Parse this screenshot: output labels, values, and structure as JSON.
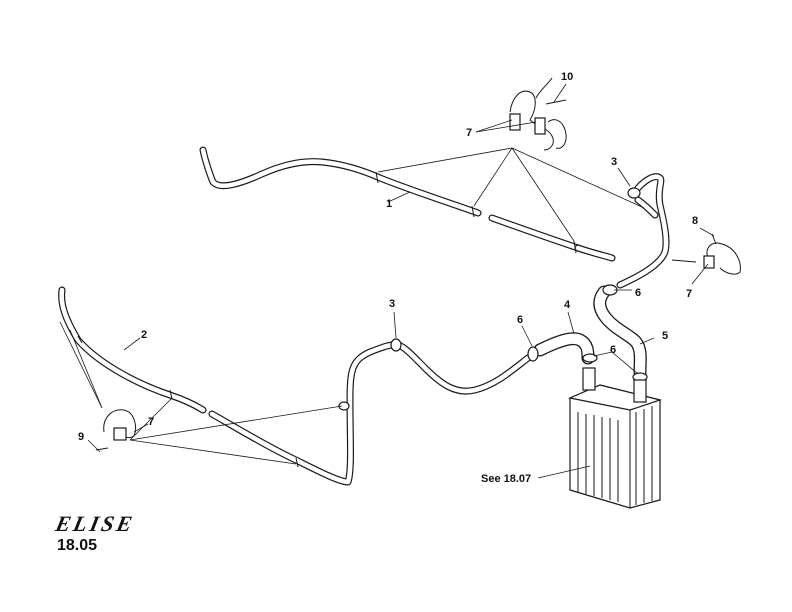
{
  "callouts": {
    "c1": "1",
    "c2": "2",
    "c3a": "3",
    "c3b": "3",
    "c4": "4",
    "c5": "5",
    "c6a": "6",
    "c6b": "6",
    "c6c": "6",
    "c7a": "7",
    "c7b": "7",
    "c7c": "7",
    "c8": "8",
    "c9": "9",
    "c10": "10"
  },
  "reference_note": "See 18.07",
  "footer": {
    "logo_text": "ELISE",
    "page_number": "18.05"
  }
}
